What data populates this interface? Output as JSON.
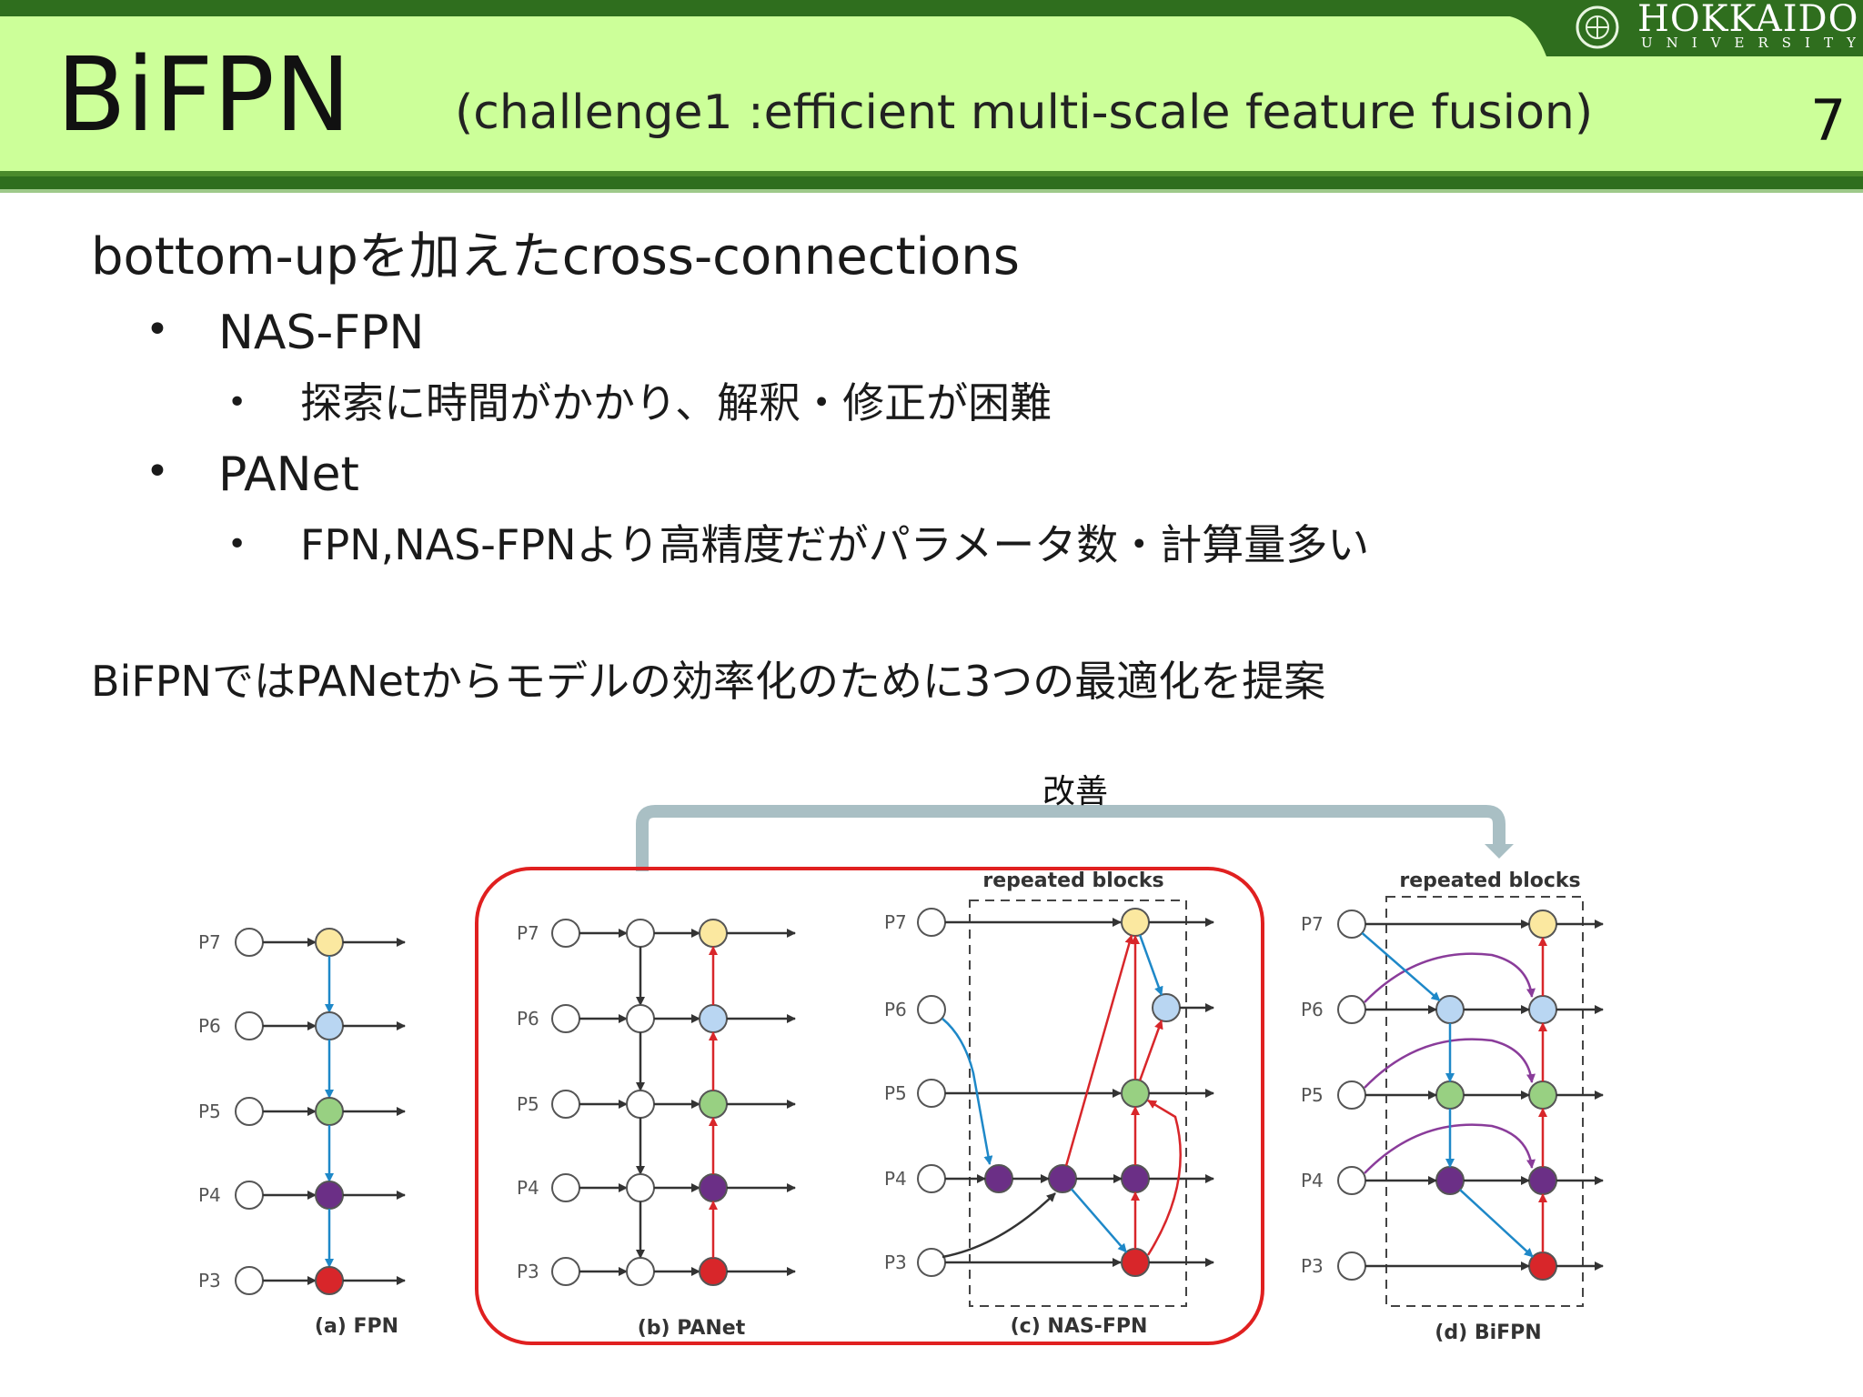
{
  "header": {
    "title": "BiFPN",
    "subtitle": "(challenge1 :efficient multi-scale feature fusion)",
    "slide_number": "7",
    "logo": {
      "name": "HOKKAIDO",
      "sub": "UNIVERSITY"
    },
    "colors": {
      "band": "#ccff99",
      "dark_green": "#2f6e1e"
    }
  },
  "content": {
    "line1": "bottom-upを加えたcross-connections",
    "bullets": [
      {
        "label": "NAS-FPN",
        "sub": "探索に時間がかかり、解釈・修正が困難"
      },
      {
        "label": "PANet",
        "sub": "FPN,NAS-FPNより高精度だがパラメータ数・計算量多い"
      }
    ],
    "bullet_symbol": "•",
    "line2": "BiFPNではPANetからモデルの効率化のために3つの最適化を提案"
  },
  "diagram": {
    "improve_label": "改善",
    "levels": [
      "P7",
      "P6",
      "P5",
      "P4",
      "P3"
    ],
    "repeated_label": "repeated blocks",
    "captions": [
      "(a) FPN",
      "(b) PANet",
      "(c) NAS-FPN",
      "(d) BiFPN"
    ],
    "node_colors": {
      "P7": "#fbe8a0",
      "P6": "#b9d6f2",
      "P5": "#98d082",
      "P4": "#6b2f86",
      "P3": "#d8262a"
    },
    "highlight_color": "#e02020",
    "arrow_color": "#a9bfc4"
  }
}
